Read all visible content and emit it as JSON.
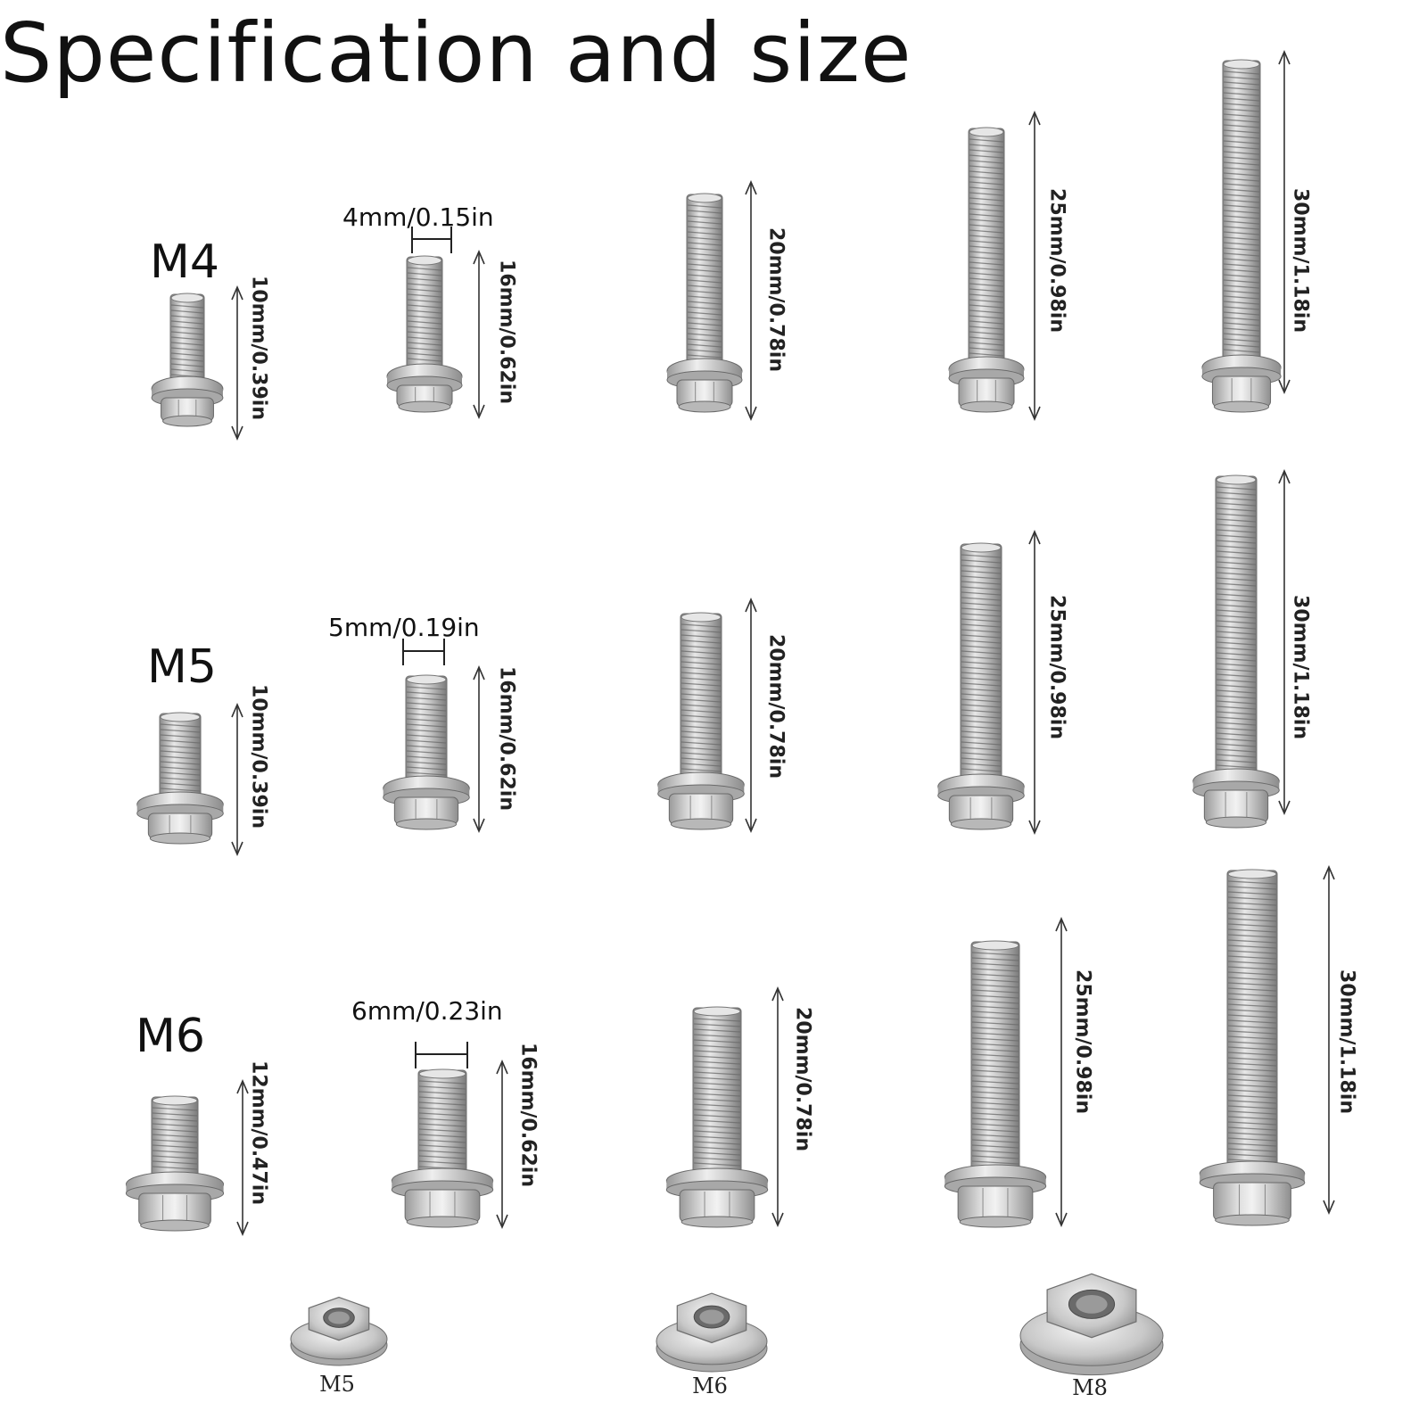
{
  "title": "Specification and size",
  "rows": [
    {
      "label": "M4",
      "diameter": "4mm/0.15in",
      "lengths": [
        "10mm/0.39in",
        "16mm/0.62in",
        "20mm/0.78in",
        "25mm/0.98in",
        "30mm/1.18in"
      ]
    },
    {
      "label": "M5",
      "diameter": "5mm/0.19in",
      "lengths": [
        "10mm/0.39in",
        "16mm/0.62in",
        "20mm/0.78in",
        "25mm/0.98in",
        "30mm/1.18in"
      ]
    },
    {
      "label": "M6",
      "diameter": "6mm/0.23in",
      "lengths": [
        "12mm/0.47in",
        "16mm/0.62in",
        "20mm/0.78in",
        "25mm/0.98in",
        "30mm/1.18in"
      ]
    }
  ],
  "nuts": [
    "M5",
    "M6",
    "M8"
  ],
  "colors": {
    "metal_light": "#e2e2e2",
    "metal_mid": "#b4b4b4",
    "metal_dark": "#7c7c7c",
    "line": "#333333"
  }
}
